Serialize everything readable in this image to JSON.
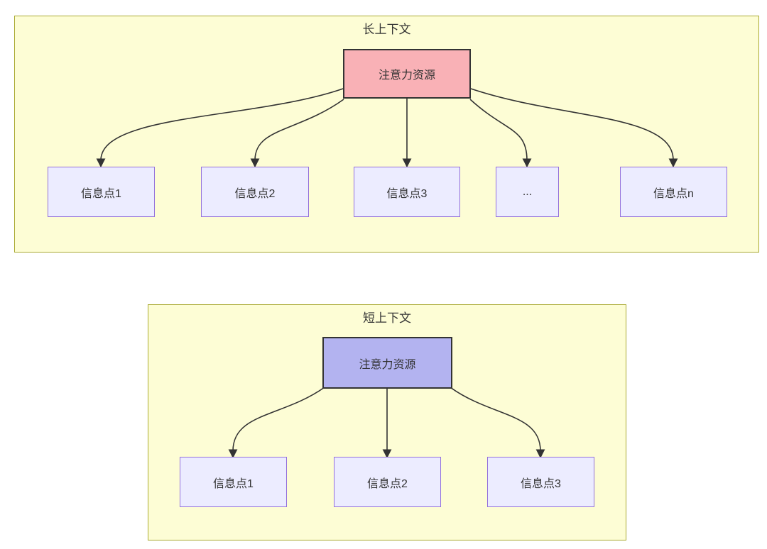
{
  "diagram": {
    "long_context": {
      "title": "长上下文",
      "attention_label": "注意力资源",
      "info_nodes": [
        "信息点1",
        "信息点2",
        "信息点3",
        "...",
        "信息点n"
      ]
    },
    "short_context": {
      "title": "短上下文",
      "attention_label": "注意力资源",
      "info_nodes": [
        "信息点1",
        "信息点2",
        "信息点3"
      ]
    },
    "colors": {
      "container_fill": "#fdfdd5",
      "container_border": "#aaaa33",
      "node_fill": "#ececff",
      "node_border": "#9370db",
      "attention_long_fill": "#f9b1b6",
      "attention_short_fill": "#b3b3f0",
      "edge": "#333333",
      "text": "#333333"
    }
  }
}
